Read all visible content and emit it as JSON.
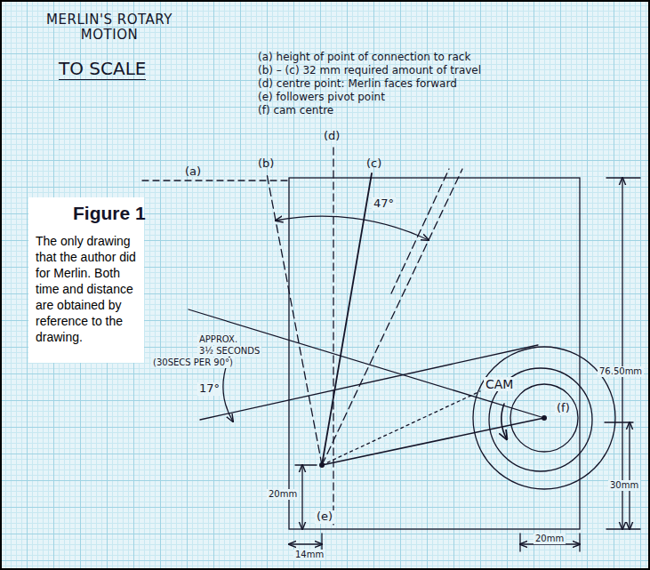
{
  "diagram": {
    "title": "MERLIN'S ROTARY MOTION",
    "caption": "The only drawing that the author did for Merlin. Both time and distance are obtained by reference to the drawing.",
    "labels": [
      "TO SCALE",
      "(a) height of point of connection to rack",
      "(b) – (c) 32 mm required amount of travel",
      "(d) centre point: Merlin faces forward",
      "(e) followers pivot point",
      "(f) cam centre",
      "(d)",
      "(b)",
      "(c)",
      "(a)",
      "Figure 1",
      "47°",
      "APPROX.",
      "3½ SECONDS",
      "(30SECS PER 90°)",
      "17°",
      "CAM",
      "(f)",
      "(e)",
      "76.50mm",
      "30mm",
      "20mm",
      "14mm",
      "20mm"
    ]
  }
}
